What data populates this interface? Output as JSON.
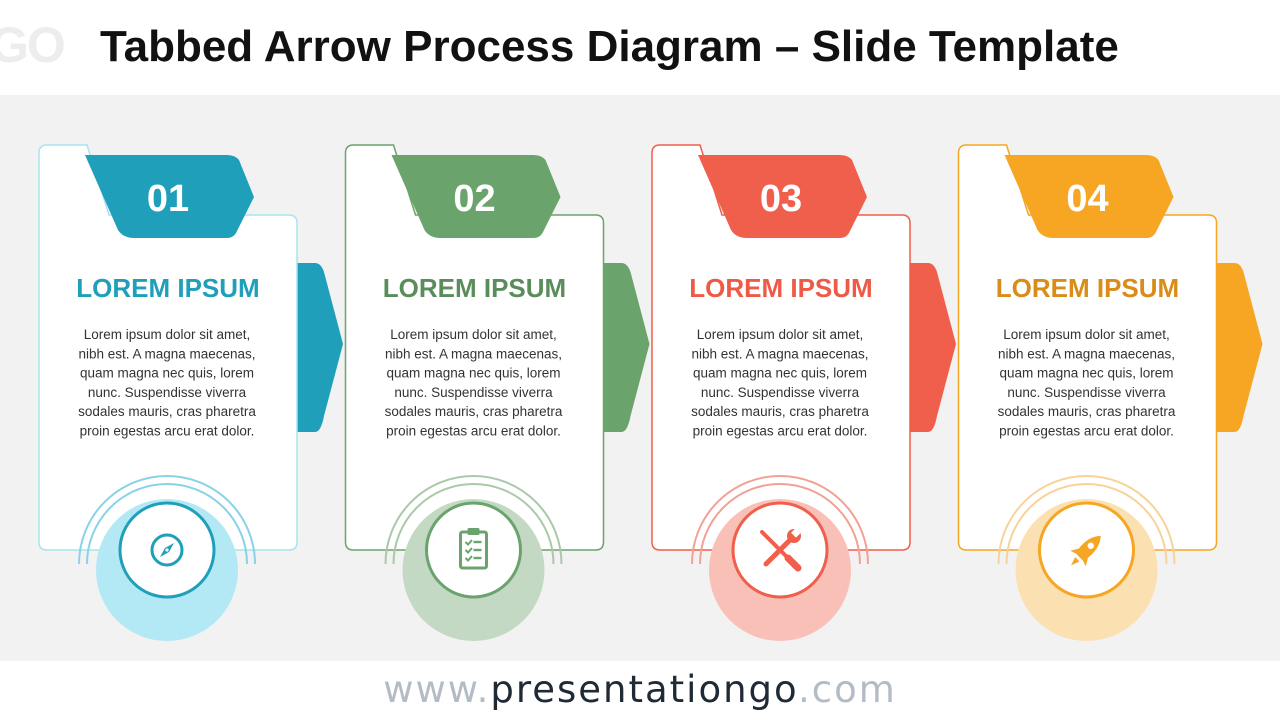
{
  "header": {
    "title": "Tabbed Arrow Process Diagram – Slide Template",
    "logo_fragment": "GO"
  },
  "steps": [
    {
      "number": "01",
      "title": "LOREM IPSUM",
      "color": "#1f9fba",
      "title_color": "#1f9fba",
      "light": "#b3e8f5",
      "arc": "#88d3e6",
      "border": "#a8e3f1",
      "icon": "compass-icon",
      "lines": [
        "Lorem ipsum dolor sit amet,",
        "nibh est. A magna maecenas,",
        "quam magna nec quis, lorem",
        "nunc. Suspendisse viverra",
        "sodales mauris, cras pharetra",
        "proin egestas arcu erat dolor."
      ]
    },
    {
      "number": "02",
      "title": "LOREM IPSUM",
      "color": "#6aa36b",
      "title_color": "#5a8d5b",
      "light": "#c3d9c3",
      "arc": "#a9c9a9",
      "border": "#6aa36b",
      "icon": "clipboard-checklist-icon",
      "lines": [
        "Lorem ipsum dolor sit amet,",
        "nibh est. A magna maecenas,",
        "quam magna nec quis, lorem",
        "nunc. Suspendisse viverra",
        "sodales mauris, cras pharetra",
        "proin egestas arcu erat dolor."
      ]
    },
    {
      "number": "03",
      "title": "LOREM IPSUM",
      "color": "#f05f4b",
      "title_color": "#ee5a46",
      "light": "#f8c0b6",
      "arc": "#f2a195",
      "border": "#f05f4b",
      "icon": "tools-icon",
      "lines": [
        "Lorem ipsum dolor sit amet,",
        "nibh est. A magna maecenas,",
        "quam magna nec quis, lorem",
        "nunc. Suspendisse viverra",
        "sodales mauris, cras pharetra",
        "proin egestas arcu erat dolor."
      ]
    },
    {
      "number": "04",
      "title": "LOREM IPSUM",
      "color": "#f6a623",
      "title_color": "#d98c17",
      "light": "#fbe0b2",
      "arc": "#f7d39a",
      "border": "#f6a623",
      "icon": "rocket-icon",
      "lines": [
        "Lorem ipsum dolor sit amet,",
        "nibh est. A magna maecenas,",
        "quam magna nec quis, lorem",
        "nunc. Suspendisse viverra",
        "sodales mauris, cras pharetra",
        "proin egestas arcu erat dolor."
      ]
    }
  ],
  "footer": {
    "url_prefix": "www.",
    "url_brand": "presentationgo",
    "url_suffix": ".com"
  }
}
